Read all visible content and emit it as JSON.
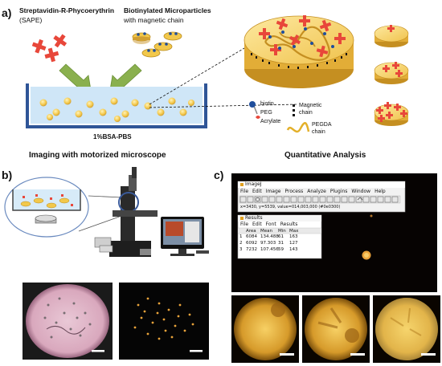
{
  "panels": {
    "a": "a)",
    "b": "b)",
    "c": "c)"
  },
  "reagents": {
    "sape_title": "Streptavidin-R-Phycoerythrin",
    "sape_title_2": "(SAPE)",
    "micro_title": "Biotinylated Microparticles",
    "micro_title_2": "with magnetic chain"
  },
  "well": {
    "buffer": "1%BSA-PBS"
  },
  "captions": {
    "left": "Imaging with motorized microscope",
    "right": "Quantitative Analysis"
  },
  "legend": {
    "biotin": "biotin",
    "peg": "PEG",
    "acrylate": "Acrylate",
    "magnetic_1": "Magnetic",
    "magnetic_2": "chain",
    "pegda_1": "PEGDA",
    "pegda_2": "chain"
  },
  "imagej": {
    "title": "ImageJ",
    "menu": [
      "File",
      "Edit",
      "Image",
      "Process",
      "Analyze",
      "Plugins",
      "Window",
      "Help"
    ],
    "status": "x=3430, y=5539, value=014,003,000 (#0e0300)",
    "results_title": "Results",
    "results_menu": [
      "File",
      "Edit",
      "Font",
      "Results"
    ],
    "columns": [
      "",
      "Area",
      "Mean",
      "Min",
      "Max"
    ],
    "rows": [
      [
        "1",
        "6084",
        "134.488",
        "61",
        "163"
      ],
      [
        "2",
        "6092",
        "97.303",
        "31",
        "127"
      ],
      [
        "3",
        "7232",
        "107.456",
        "59",
        "143"
      ]
    ]
  },
  "colors": {
    "sape": "#e8473a",
    "particle": "#f2c84b",
    "particle_edge": "#b98b1e",
    "arrow": "#8ab04e",
    "well_fill": "#cfe6f7",
    "well_frame": "#2f5597",
    "biotin": "#1f4e9c"
  }
}
